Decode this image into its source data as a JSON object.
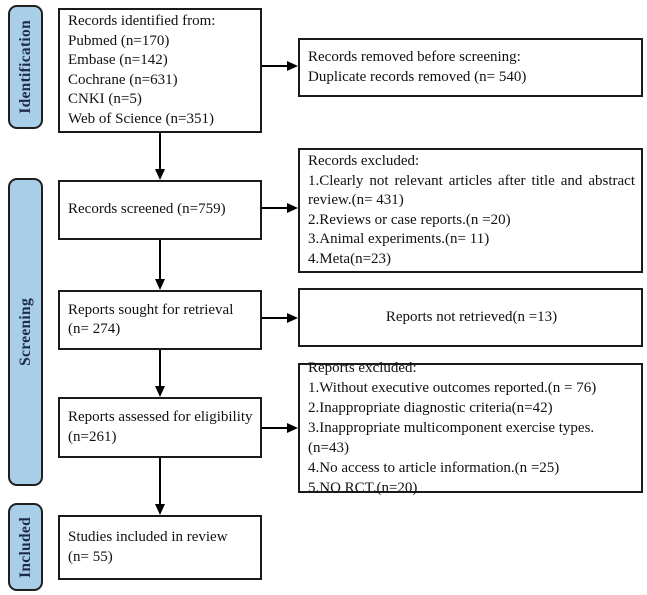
{
  "figure": {
    "type": "prisma-flow-diagram",
    "stages": {
      "identification": "Identification",
      "screening": "Screening",
      "included": "Included"
    },
    "boxes": {
      "identified": {
        "lines": [
          "Records identified from:",
          "Pubmed (n=170)",
          "Embase (n=142)",
          "Cochrane (n=631)",
          "CNKI (n=5)",
          "Web of Science (n=351)"
        ]
      },
      "removed_before_screening": {
        "lines": [
          "Records removed before screening:",
          "Duplicate records removed (n= 540)"
        ]
      },
      "screened": {
        "lines": [
          "Records screened (n=759)"
        ]
      },
      "records_excluded": {
        "lines": [
          "Records excluded:",
          "1.Clearly not relevant articles after title and abstract",
          "review.(n= 431)",
          "2.Reviews or case reports.(n =20)",
          "3.Animal experiments.(n= 11)",
          "4.Meta(n=23)"
        ]
      },
      "sought_for_retrieval": {
        "lines": [
          "Reports sought for retrieval",
          "(n= 274)"
        ]
      },
      "not_retrieved": {
        "lines": [
          "Reports not retrieved(n =13)"
        ]
      },
      "assessed_for_eligibility": {
        "lines": [
          "Reports assessed for eligibility",
          "(n=261)"
        ]
      },
      "reports_excluded": {
        "lines": [
          "Reports excluded:",
          "1.Without executive outcomes reported.(n = 76)",
          "2.Inappropriate diagnostic criteria(n=42)",
          "3.Inappropriate multicomponent exercise types.(n=43)",
          "4.No access to article information.(n =25)",
          "5.NO RCT.(n=20)"
        ]
      },
      "included_in_review": {
        "lines": [
          "Studies included in review",
          "(n= 55)"
        ]
      }
    },
    "colors": {
      "stage_fill": "#a9cfe8",
      "stage_border": "#1f1f1f",
      "stage_text": "#1c2b4a",
      "box_border": "#1a1a1a",
      "arrow": "#000000",
      "background": "#ffffff"
    }
  }
}
